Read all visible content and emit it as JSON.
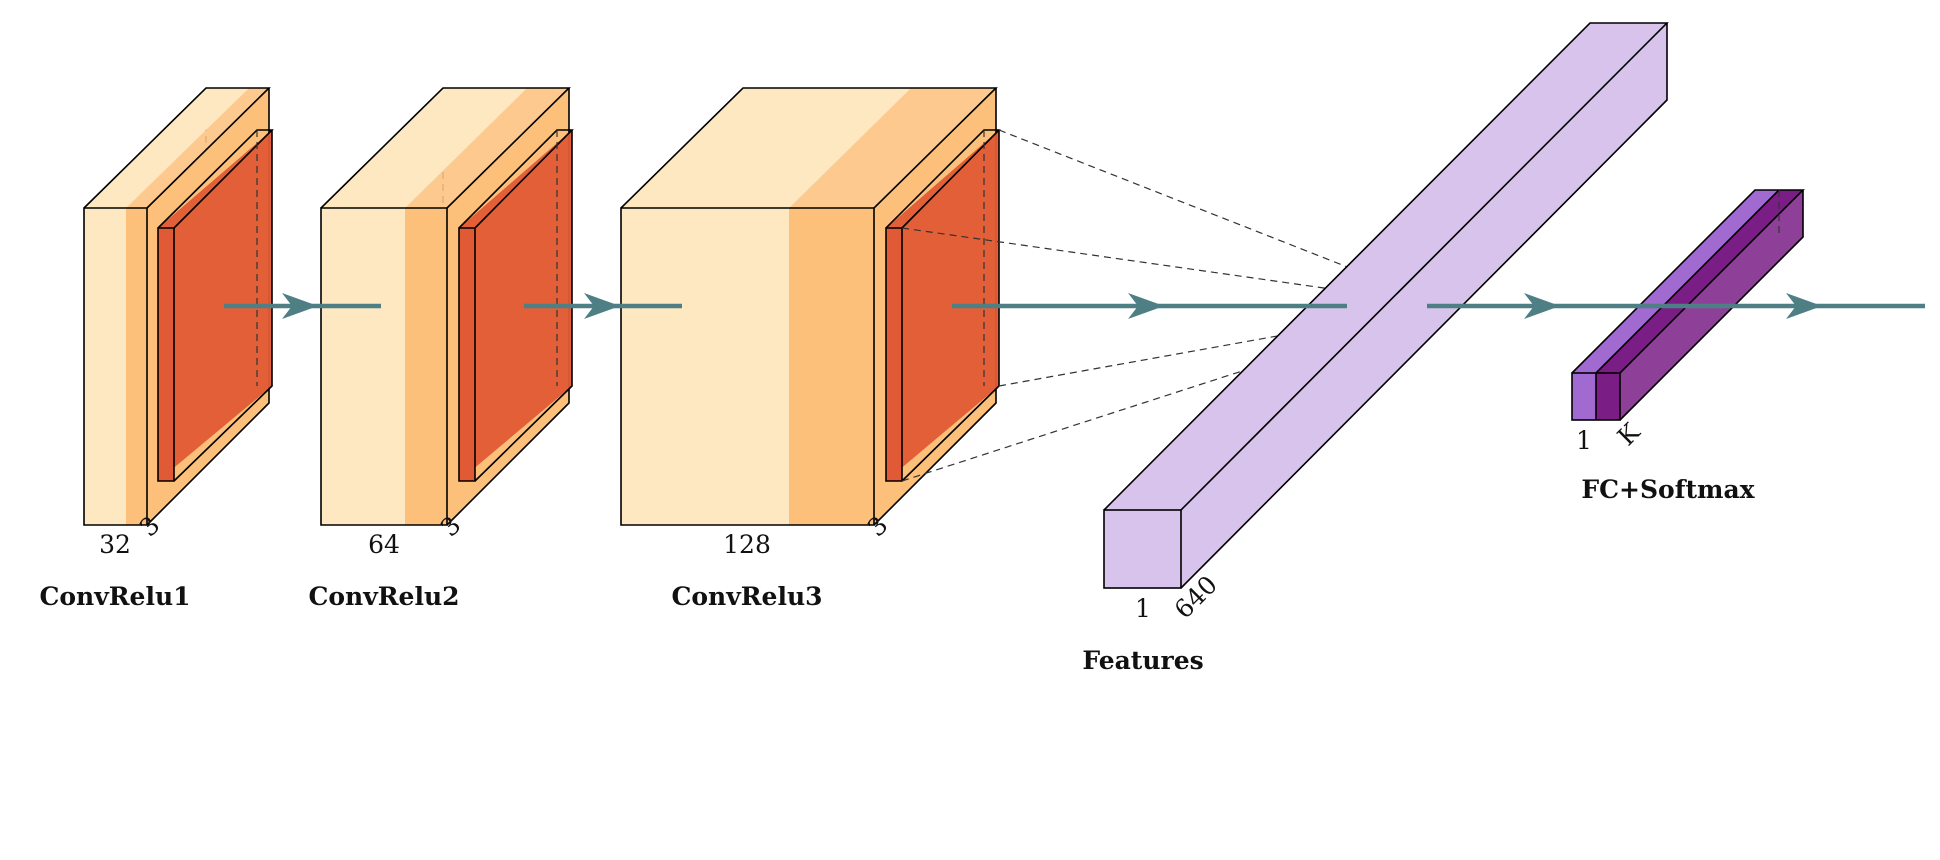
{
  "colors": {
    "conv_light": "#fde8c2",
    "conv_band": "#fdc07a",
    "relu": "#e05a35",
    "features": "#d8c3ec",
    "fc": "#a06ad0",
    "softmax": "#7a1e86",
    "arrow": "#4d7f85"
  },
  "blocks": [
    {
      "title": "ConvRelu1",
      "width_label": "32",
      "depth_label": "3"
    },
    {
      "title": "ConvRelu2",
      "width_label": "64",
      "depth_label": "3"
    },
    {
      "title": "ConvRelu3",
      "width_label": "128",
      "depth_label": "3"
    }
  ],
  "features": {
    "title": "Features",
    "width_label": "1",
    "depth_label": "640"
  },
  "fc_softmax": {
    "title": "FC+Softmax",
    "width_label": "1",
    "depth_label": "K"
  }
}
